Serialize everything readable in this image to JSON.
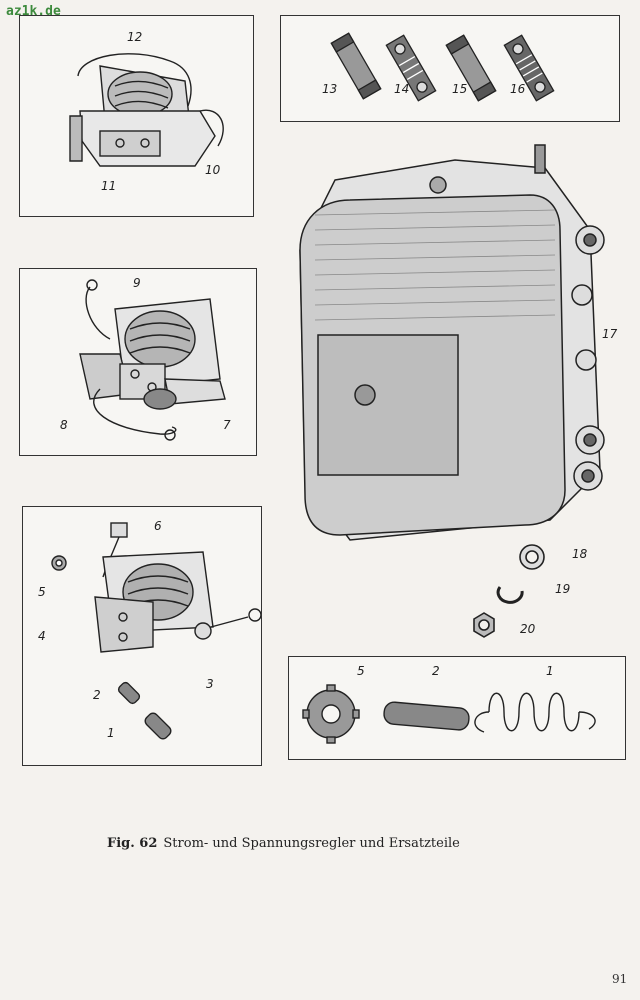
{
  "watermark": "az1k.de",
  "caption": {
    "fig_label": "Fig. 62",
    "text": "Strom- und Spannungsregler und Ersatzteile"
  },
  "page_number": "91",
  "callouts": {
    "c1a": "1",
    "c1b": "1",
    "c2a": "2",
    "c2b": "2",
    "c3": "3",
    "c4": "4",
    "c5a": "5",
    "c5b": "5",
    "c6": "6",
    "c7": "7",
    "c8": "8",
    "c9": "9",
    "c10": "10",
    "c11": "11",
    "c12": "12",
    "c13": "13",
    "c14": "14",
    "c15": "15",
    "c16": "16",
    "c17": "17",
    "c18": "18",
    "c19": "19",
    "c20": "20"
  }
}
